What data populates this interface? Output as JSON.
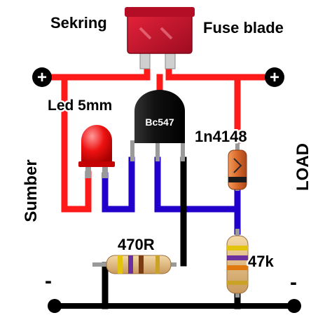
{
  "labels": {
    "fuse_left": "Sekring",
    "fuse_right": "Fuse blade",
    "led": "Led 5mm",
    "transistor": "Bc547",
    "diode": "1n4148",
    "load": "LOAD",
    "source": "Sumber",
    "resistor_left": "470R",
    "resistor_right": "47k",
    "plus_left": "+",
    "plus_right": "+",
    "minus_left": "-",
    "minus_right": "-"
  },
  "colors": {
    "positive_wire": "#ff1a1a",
    "signal_wire": "#2200cc",
    "ground_wire": "#000000",
    "fuse_body": "#c8102e",
    "led_red": "#ee1111",
    "transistor_body": "#111111",
    "diode_body": "#d9692a",
    "resistor_body": "#e8c48e"
  }
}
